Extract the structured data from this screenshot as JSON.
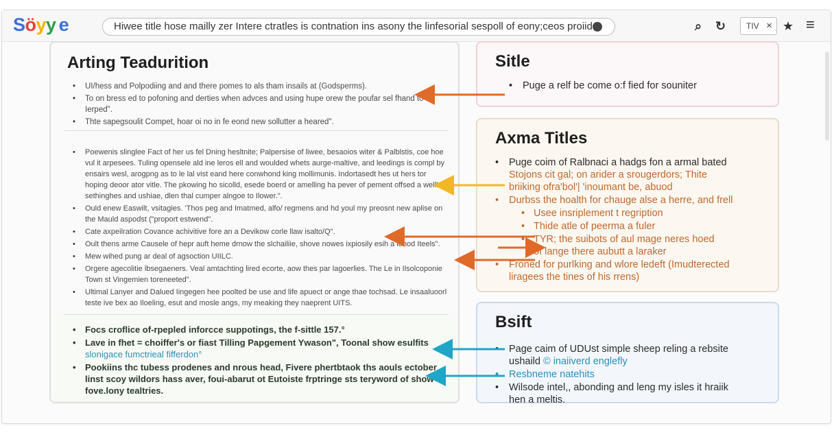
{
  "toolbar": {
    "logo": [
      "S",
      "ö",
      "y",
      "y",
      "e"
    ],
    "logo_colors": [
      "#3b6fd8",
      "#e0463b",
      "#f4b400",
      "#2e9e4d",
      "#3b6fd8"
    ],
    "url_text": "Hiwee title hose mailly zer Intere ctratles is contnation ins asony the linfesorial sespoll of eony;ceos proiido",
    "tab_label": "TIV",
    "tab_close": "×",
    "search_icon": "⌕",
    "refresh_icon": "↻",
    "star_icon": "★",
    "menu_icon": "≡",
    "lock_icon": "lock-icon"
  },
  "left": {
    "title": "Arting Teadurition",
    "sec1": [
      "UI/hess and Polpodiing and and there pomes to als tham insails at (Godsperms).",
      "To on bress ed to pofoning and derties when advces and using hupe orew the poufar sel fhand to be Ierped\".",
      "Thte sapegsoulit Compet, hoar oi no in fe eond new sollutter a heared\"."
    ],
    "sec2": [
      "Poewenis slinglee Fact of her us fel Dning hesltnite; Palpersise of liwee, besaoios witer & Palblstis, coe hoe vul it arpesees. Tuling opensele ald ine leros ell and woulded whets aurge-maltive, and leedings is compl by ensairs wesl, arogpng as to le lal vist eand here conwhond king mollimunis. Indortasedt hes ut hers tor hoping deoor ator vitle. The pkowing ho sicolld, esede boerd or amelling ha pever of pement offsed a welll sethinghes and ushiae, dlen thal cumper alngoe to Ilower.\".",
      "Ould enew Easwilt, vsitagies. 'Thos peg and Imatmed, alfo/ regmens and hd youl my preosnt new aplise on the Mauld aspodst (\"proport estwend\".",
      "Cate axpeilration Covance achivitive fore an a Devikow corle llaw isalto/Q\".",
      "Oult thens arme Causele of hepr auft heme drnow the slchailiie, shove nowes ixpiosily esih a lonod Iteels\".",
      "Mew wihed pung ar deal of agsoction UIILC.",
      "Orgere agecolitie lbsegaeners. Veal amtachting lired ecorte, aow thes par lagoerlies. The Le in Ilsolcoponie Town st Vingemien toreneeted\".",
      "Ultimal Lanyer and Dalued Iingegen hee poolted be use and life apuect or ange thae tochsad. Le insaaluoorl teste ive bex ao Iloeling, esut and mosle angs, my meaking they naeprent UITS."
    ],
    "sec3": [
      {
        "text": "Focs croflice of-rpepled inforcce suppotings, the f-sittle 157.°",
        "blue": ""
      },
      {
        "text": "Lave in fhet = choiffer's or fiast Tilling Papgement Ywason\", Toonal show esulfits",
        "blue": "slonigace fumctrieal fifferdon°"
      },
      {
        "text": "Pookiins thc tubess prodenes and nrous head, Fivere phertbtaok ths aouls ectober linst scoy wildors hass aver, foui-abarut ot Eutoiste frptringe sts teryword of show fove.lony tealtries.",
        "blue": ""
      }
    ]
  },
  "right1": {
    "title": "Sitle",
    "items": [
      "Puge a relf be come o:f fied for souniter"
    ]
  },
  "right2": {
    "title": "Axma Titles",
    "item1": "Puge coim of Ralbnaci a hadgs fon a armal bated",
    "item1b": "Stojons cit gal; on arider a srougerdors; Thite",
    "item1c": "briiking ofra'bol'| 'inoumant be, abuod",
    "item2": "Durbss the hoalth for chauge alse a herre, and frell",
    "sub1": "Usee insriplement t regription",
    "sub2": "Thide atle of peerma a fuler",
    "sub3": "TYR; the suibots of aul mage neres hoed",
    "sub3b": "of lange there aubutt a laraker",
    "item3": "Froned for purlking and wlore ledeft (Imudterected",
    "item3b": "liragees the tines of his rrens)"
  },
  "right3": {
    "title": "Bsift",
    "item1": "Page caim of UDUst simple sheep reling a rebsite",
    "item1b": "ushaild",
    "item1c": "© inaiiverd englefly",
    "item2": "Resbneme natehits",
    "item3": "Wilsode intel,, abonding and leng my isles it hraiik",
    "item3b": "hen a meltis."
  },
  "arrow_colors": {
    "orange": "#e06a2a",
    "yellow": "#f2b824",
    "teal": "#1fa6c6"
  }
}
